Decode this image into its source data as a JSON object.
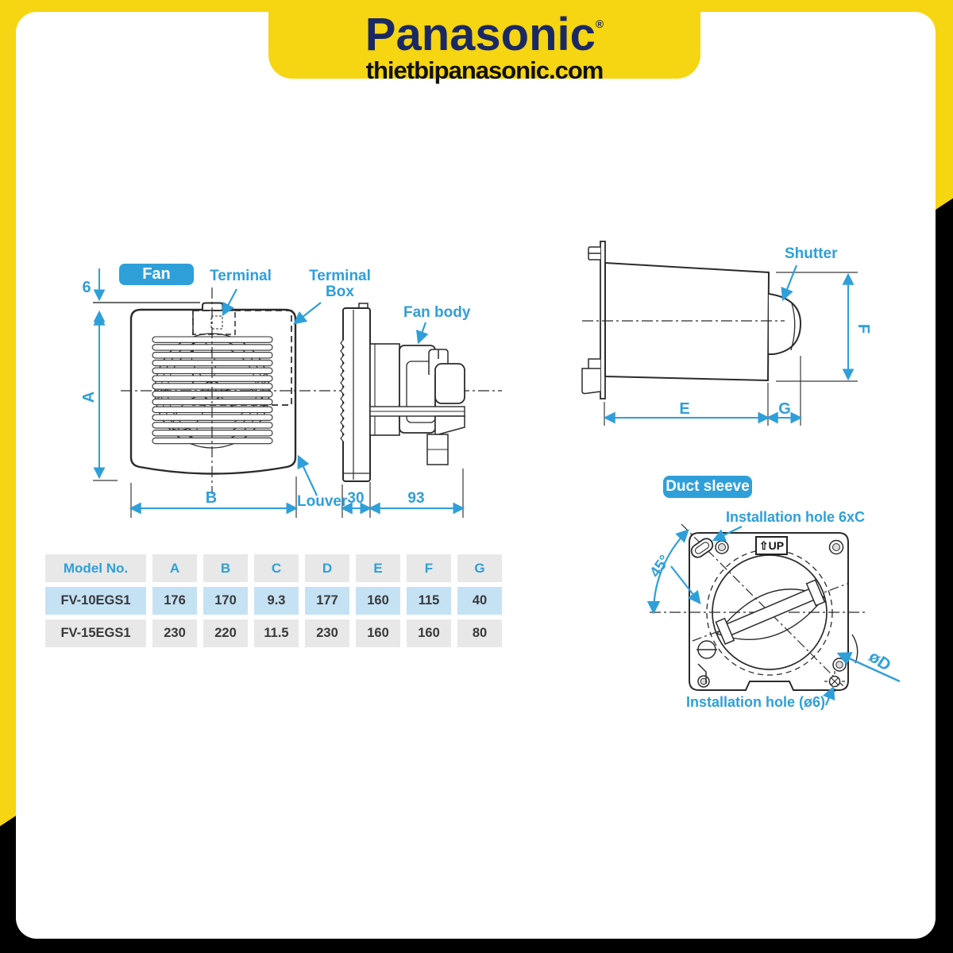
{
  "brand": {
    "logo": "Panasonic",
    "registered": "®",
    "website": "thietbipanasonic.com"
  },
  "badges": {
    "fan": "Fan",
    "duct_sleeve": "Duct sleeve"
  },
  "labels": {
    "terminal": "Terminal",
    "terminal_box": "Terminal Box",
    "fan_body": "Fan body",
    "louver": "Louver",
    "shutter": "Shutter",
    "installation_hole_6xc": "Installation hole 6xC",
    "installation_hole_o6": "Installation hole (ø6)",
    "up_mark": "⇧UP"
  },
  "dimensions": {
    "six": "6",
    "a": "A",
    "b": "B",
    "thirty": "30",
    "ninety_three": "93",
    "e": "E",
    "g": "G",
    "f": "F",
    "angle_45": "45°",
    "diameter_d": "øD"
  },
  "spec_table": {
    "headers": [
      "Model No.",
      "A",
      "B",
      "C",
      "D",
      "E",
      "F",
      "G"
    ],
    "rows": [
      {
        "model": "FV-10EGS1",
        "values": [
          "176",
          "170",
          "9.3",
          "177",
          "160",
          "115",
          "40"
        ]
      },
      {
        "model": "FV-15EGS1",
        "values": [
          "230",
          "220",
          "11.5",
          "230",
          "160",
          "160",
          "80"
        ]
      }
    ]
  },
  "colors": {
    "yellow": "#F6D512",
    "navy": "#1A2963",
    "accent_blue": "#2E9FD9",
    "table_highlight": "#C5E2F4",
    "table_gray": "#E8E8E8",
    "line": "#2b2b2b",
    "corner_black": "#000000"
  }
}
